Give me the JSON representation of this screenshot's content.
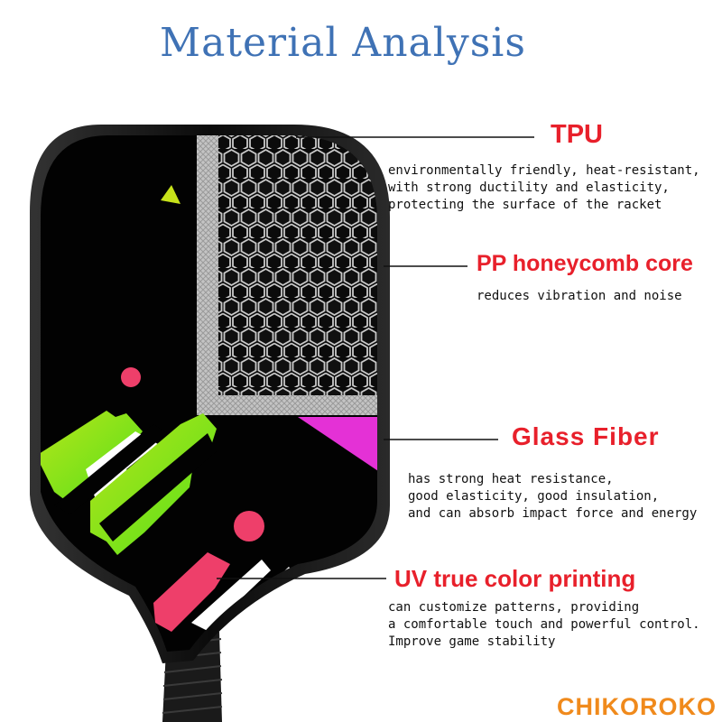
{
  "page": {
    "title": "Material Analysis",
    "brand": "CHIKOROKO"
  },
  "layers": [
    {
      "label": "TPU",
      "description": [
        "environmentally friendly, heat-resistant,",
        "with strong ductility and elasticity,",
        "protecting the surface of the racket"
      ]
    },
    {
      "label": "PP honeycomb core",
      "description": [
        "reduces vibration and noise"
      ]
    },
    {
      "label": "Glass Fiber",
      "description": [
        "has strong heat resistance,",
        "good elasticity, good insulation,",
        "and can absorb impact force and energy"
      ]
    },
    {
      "label": "UV true color printing",
      "description": [
        "can customize patterns, providing",
        "a comfortable touch and powerful control.",
        "Improve game stability"
      ]
    }
  ],
  "icons": [
    "pickleball-paddle-illustration"
  ],
  "colors": {
    "title": "#3f72b5",
    "label": "#e8202b",
    "brand": "#f08a1c",
    "accent_green": "#7be31a",
    "accent_pink": "#ee3f6a",
    "accent_magenta": "#e431d6"
  }
}
